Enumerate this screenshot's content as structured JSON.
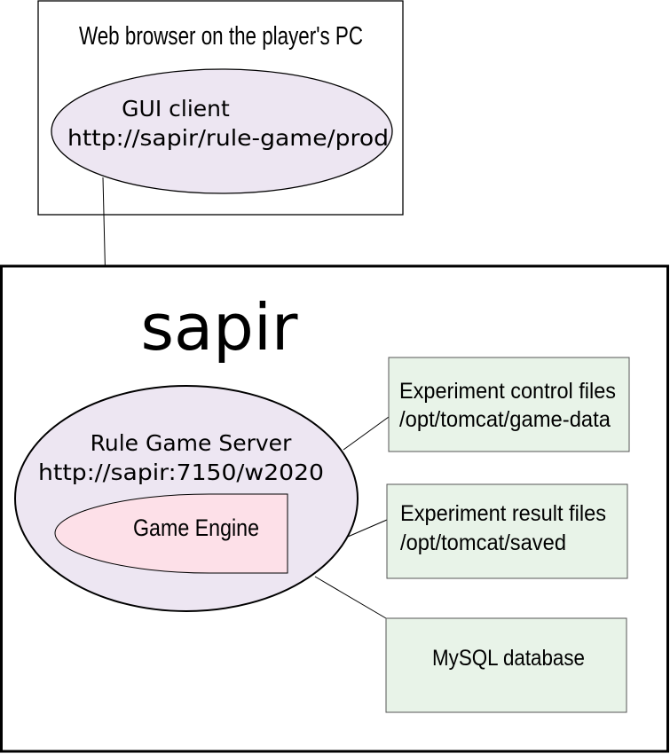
{
  "browser_box": {
    "title": "Web browser on the player's PC"
  },
  "gui_client": {
    "name": "GUI client",
    "url": "http://sapir/rule-game/prod",
    "fill": "#ede6f2"
  },
  "server_box": {
    "host": "sapir"
  },
  "rule_game_server": {
    "name": "Rule Game Server",
    "url": "http://sapir:7150/w2020",
    "fill": "#ede6f2"
  },
  "game_engine": {
    "name": "Game Engine",
    "fill": "#fde0e8"
  },
  "storage": {
    "fill": "#e8f3e8",
    "control_files": {
      "line1": "Experiment control files",
      "line2": "/opt/tomcat/game-data"
    },
    "result_files": {
      "line1": "Experiment result files",
      "line2": "/opt/tomcat/saved"
    },
    "database": {
      "label": "MySQL database"
    }
  }
}
